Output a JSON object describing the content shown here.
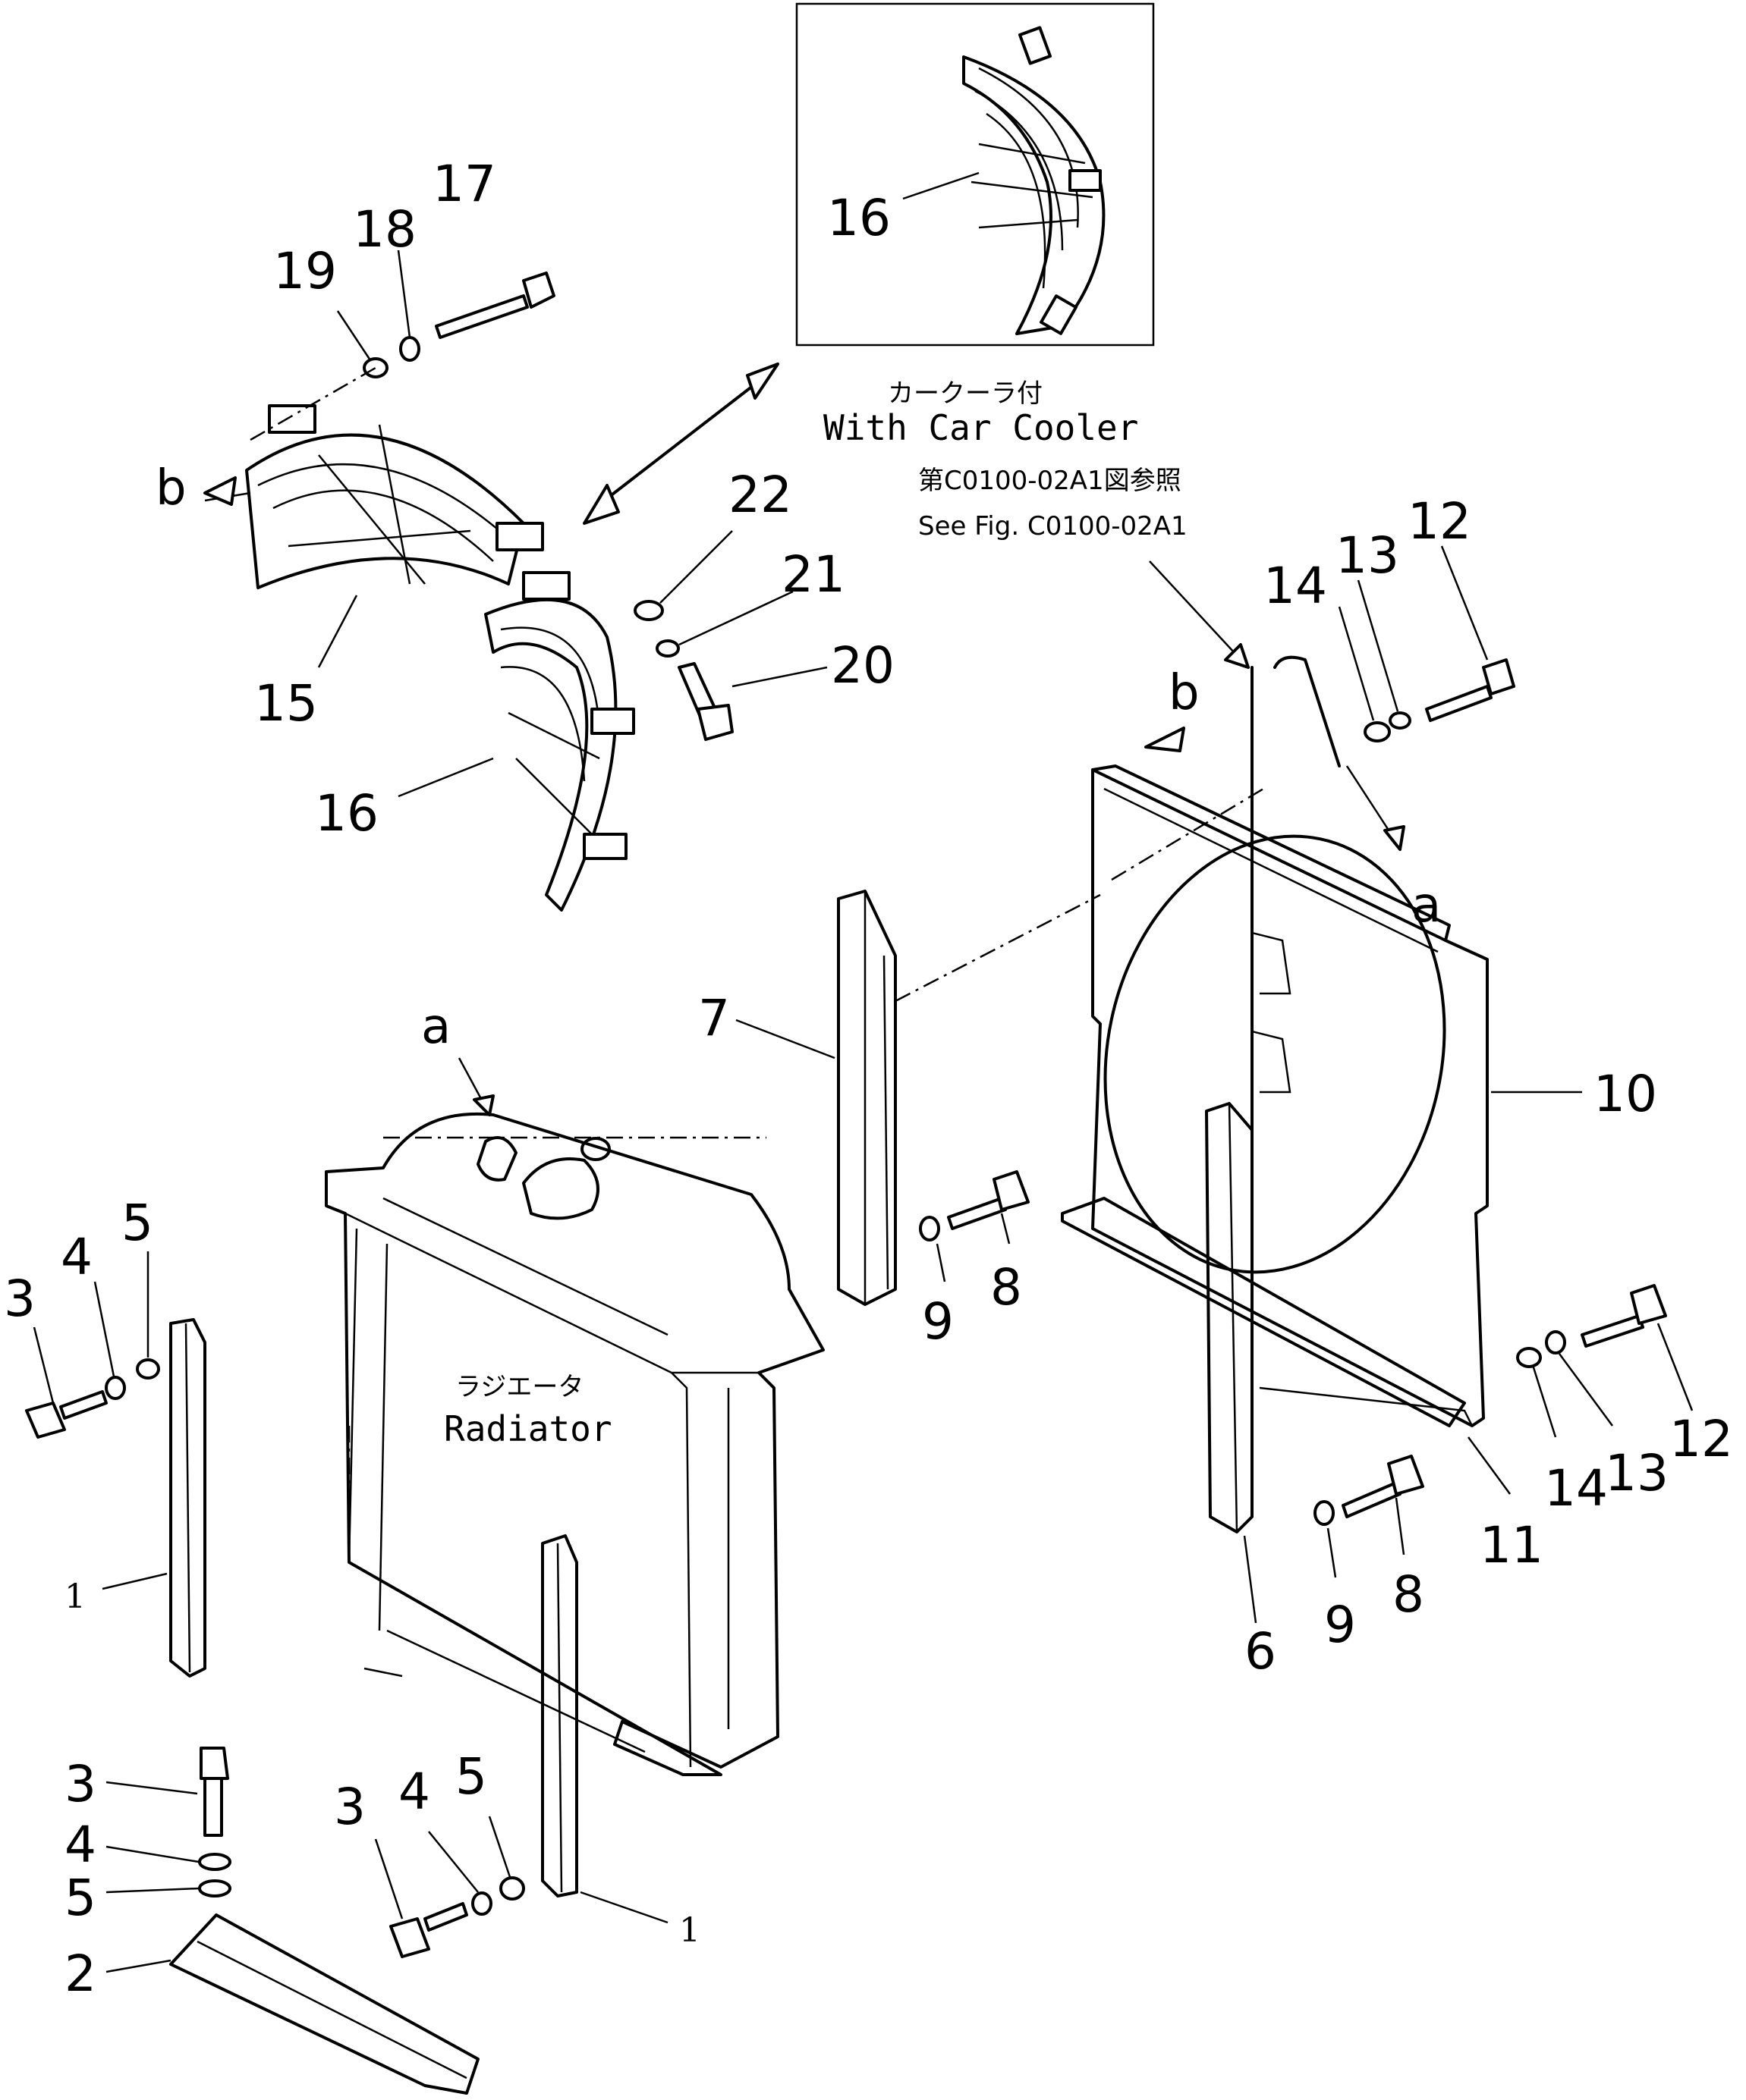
{
  "inset": {
    "caption_jp": "カークーラ付",
    "caption_en": "With Car Cooler",
    "part_label": "16"
  },
  "reference": {
    "jp": "第C0100-02A1図参照",
    "en": "See Fig. C0100-02A1"
  },
  "radiator": {
    "label_jp": "ラジエータ",
    "label_en": "Radiator"
  },
  "callouts": {
    "p1_left": "1",
    "p1_right": "1",
    "p2": "2",
    "p3_a": "3",
    "p3_b": "3",
    "p3_c": "3",
    "p4_a": "4",
    "p4_b": "4",
    "p4_c": "4",
    "p5_a": "5",
    "p5_b": "5",
    "p5_c": "5",
    "p6": "6",
    "p7": "7",
    "p8_a": "8",
    "p8_b": "8",
    "p9_a": "9",
    "p9_b": "9",
    "p10": "10",
    "p11": "11",
    "p12_a": "12",
    "p12_b": "12",
    "p13_a": "13",
    "p13_b": "13",
    "p14_a": "14",
    "p14_b": "14",
    "p15": "15",
    "p16": "16",
    "p17": "17",
    "p18": "18",
    "p19": "19",
    "p20": "20",
    "p21": "21",
    "p22": "22"
  },
  "letters": {
    "a_top": "a",
    "a_radiator": "a",
    "b_fan_guard": "b",
    "b_shroud": "b"
  }
}
